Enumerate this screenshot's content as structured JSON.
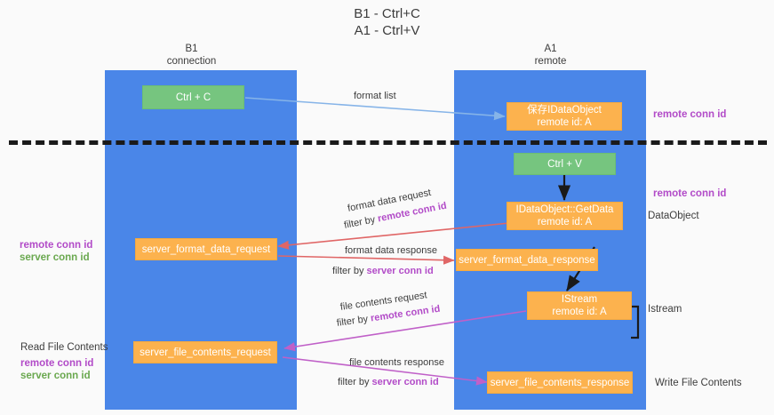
{
  "title": {
    "line1": "B1 - Ctrl+C",
    "line2": "A1 - Ctrl+V"
  },
  "columns": [
    {
      "id": "b1",
      "name": "B1",
      "role": "connection"
    },
    {
      "id": "a1",
      "name": "A1",
      "role": "remote"
    }
  ],
  "nodes": {
    "ctrl_c": {
      "line1": "Ctrl + C",
      "line2": ""
    },
    "save_idataobject": {
      "line1": "保存IDataObject",
      "line2": "remote id: A"
    },
    "ctrl_v": {
      "line1": "Ctrl + V",
      "line2": ""
    },
    "getdata": {
      "line1": "IDataObject::GetData",
      "line2": "remote id: A"
    },
    "fmt_req": {
      "line1": "server_format_data_request",
      "line2": ""
    },
    "fmt_resp": {
      "line1": "server_format_data_response",
      "line2": ""
    },
    "istream": {
      "line1": "IStream",
      "line2": "remote id: A"
    },
    "file_req": {
      "line1": "server_file_contents_request",
      "line2": ""
    },
    "file_resp": {
      "line1": "server_file_contents_response",
      "line2": ""
    }
  },
  "edges": {
    "format_list": {
      "label": "format list"
    },
    "fmt_data_request": {
      "label": "format data request",
      "filter_prefix": "filter by ",
      "filter_key": "remote conn id"
    },
    "fmt_data_response": {
      "label": "format data response",
      "filter_prefix": "filter by ",
      "filter_key": "server conn id"
    },
    "file_contents_request": {
      "label": "file contents request",
      "filter_prefix": "filter by ",
      "filter_key": "remote conn id"
    },
    "file_contents_response": {
      "label": "file contents response",
      "filter_prefix": "filter by ",
      "filter_key": "server conn id"
    }
  },
  "side_labels": {
    "right_remote_conn_1": "remote conn id",
    "right_remote_conn_2": "remote conn id",
    "right_dataobject": "DataObject",
    "right_istream": "Istream",
    "right_write_file_contents": "Write File Contents",
    "left_remote_conn_1": "remote conn id",
    "left_server_conn_1": "server conn id",
    "left_read_file_contents": "Read File Contents",
    "left_remote_conn_2": "remote conn id",
    "left_server_conn_2": "server conn id"
  },
  "colors": {
    "lane": "#4a86e8",
    "green_node": "#76c57f",
    "orange_node": "#fcb24e",
    "remote_conn_id": "#b24bc8",
    "server_conn_id": "#6aa84f",
    "arrow_blue": "#86b4e8",
    "arrow_red": "#e06666",
    "arrow_magenta": "#c060c8",
    "arrow_black": "#1a1a1a",
    "divider": "#1a1a1a",
    "background": "#fafafa"
  }
}
